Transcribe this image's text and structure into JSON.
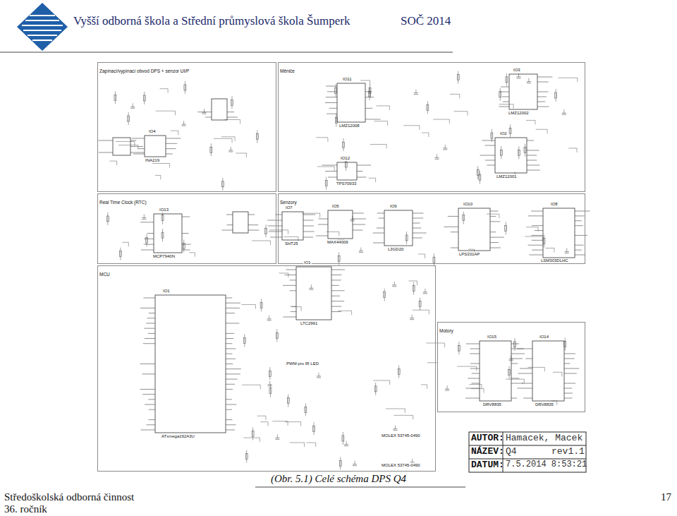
{
  "diagram": {
    "caption": "(Obr. 5.1) Celé schéma DPS Q4",
    "nodes": [
      {
        "text": [
          "Zapínací/vypínací obvod DPS + senzor UI/P"
        ]
      },
      {
        "text": [
          "Měniče"
        ]
      },
      {
        "text": [
          "Real Time Clock (RTC)"
        ]
      },
      {
        "text": [
          "Senzory"
        ]
      },
      {
        "text": [
          "MCU"
        ]
      },
      {
        "text": [
          "Motory"
        ]
      }
    ],
    "labels": [
      "Vyšší odborná škola a Střední průmyslová škola Šumperk",
      "SOČ 2014",
      "Středoškolská odborná činnost",
      "36. ročník",
      "17",
      "IO11",
      "LMZ12008",
      "IO3",
      "LMZ12002",
      "IO2",
      "LMZ12001",
      "IO12",
      "TPS70933",
      "IO4",
      "INA219",
      "IO13",
      "MCP7940N",
      "IO7",
      "SHT25",
      "IO5",
      "MAX44009",
      "IO9",
      "L3GD20",
      "IO10",
      "LPS331AP",
      "IO8",
      "LSM303DLHC",
      "IO1",
      "ATxmega192A3U",
      "IO1",
      "LTC2991",
      "IO15",
      "DRV8835",
      "IO14",
      "DRV8835",
      "PWM pro IR LED",
      "MOLEX 53745-0490",
      "MOLEX 53745-0490",
      "AUTOR:",
      "Hamacek, Macek",
      "NÁZEV:",
      "Q4",
      "rev1.1",
      "DATUM:",
      "7.5.2014 8:53:21"
    ]
  }
}
